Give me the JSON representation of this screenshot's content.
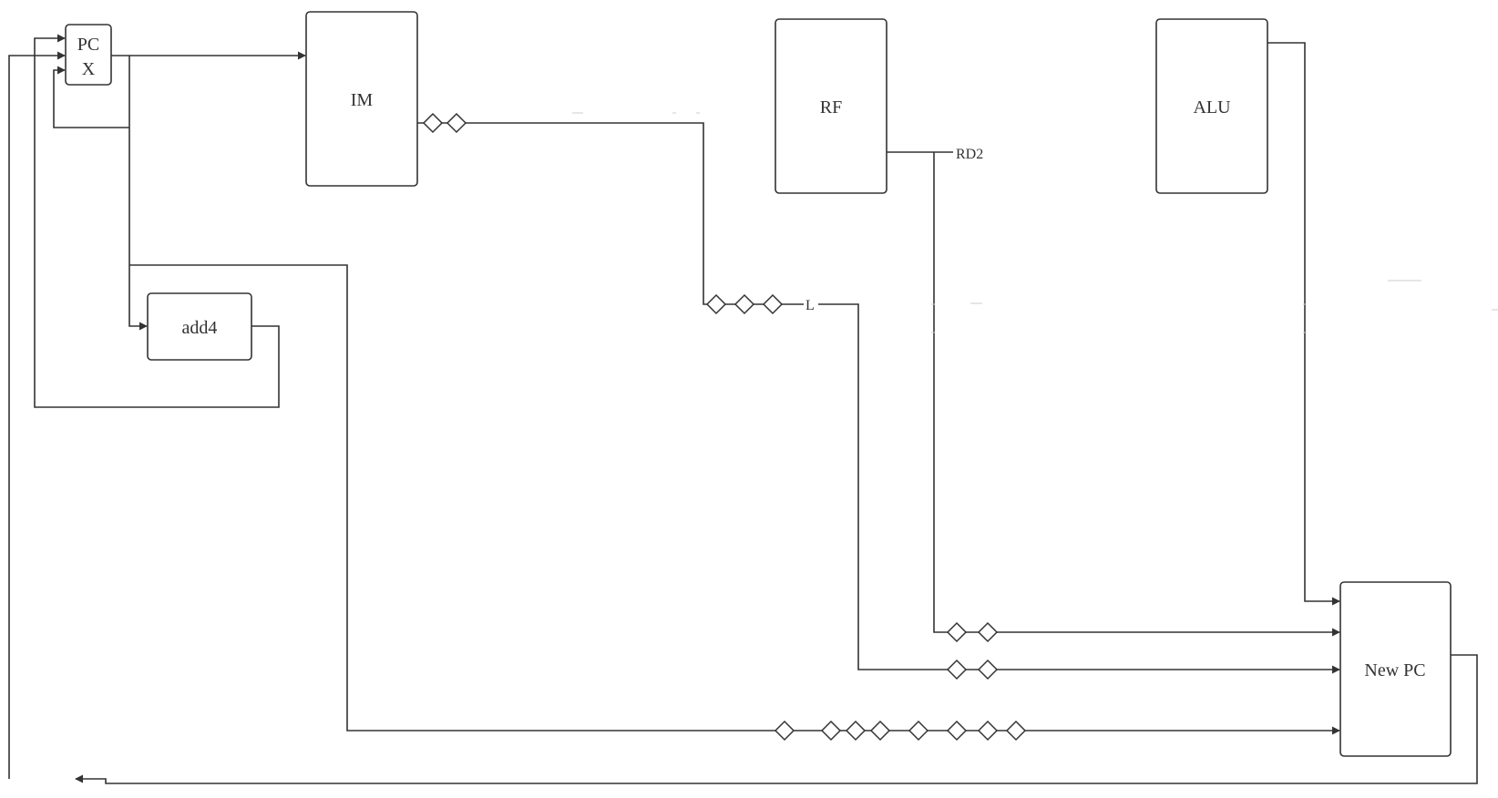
{
  "blocks": {
    "pc": {
      "line1": "PC",
      "line2": "X"
    },
    "im": {
      "label": "IM"
    },
    "rf": {
      "label": "RF"
    },
    "alu": {
      "label": "ALU"
    },
    "add4": {
      "label": "add4"
    },
    "new_pc": {
      "label": "New PC"
    }
  },
  "signals": {
    "rd2": "RD2",
    "l": "L"
  },
  "colors": {
    "stroke": "#333333",
    "background": "#ffffff"
  }
}
